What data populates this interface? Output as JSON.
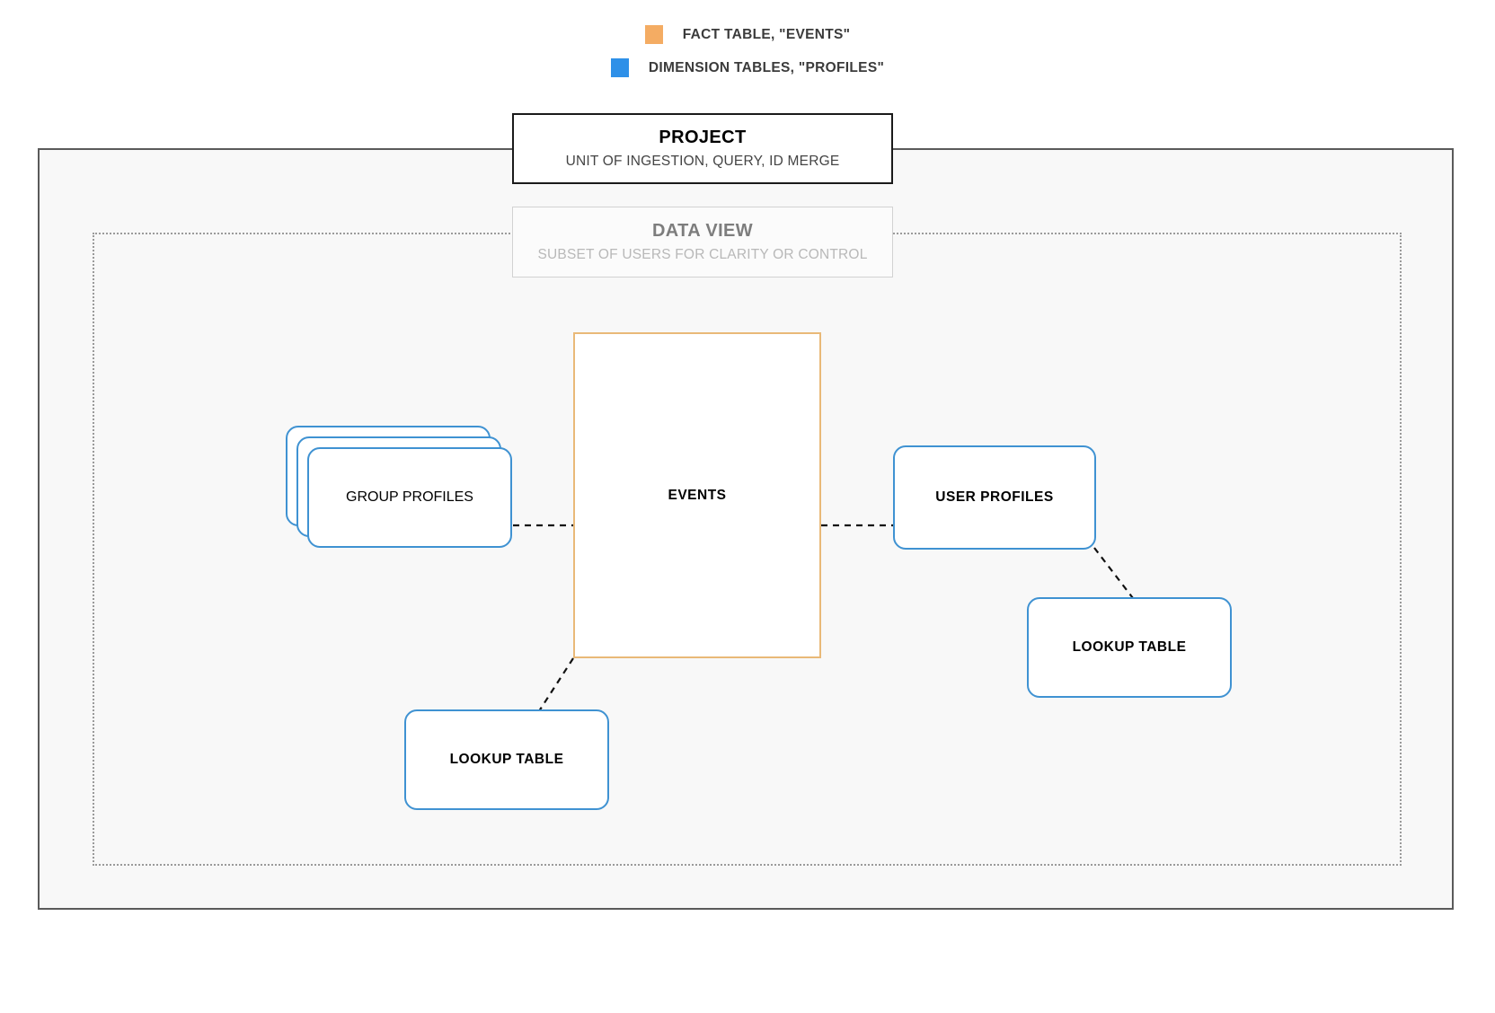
{
  "legend": {
    "items": [
      {
        "label": "FACT TABLE, \"EVENTS\"",
        "color": "#f4ac63",
        "swatch_name": "fact-table-swatch"
      },
      {
        "label": "DIMENSION TABLES, \"PROFILES\"",
        "color": "#2e90e8",
        "swatch_name": "dimension-tables-swatch"
      }
    ]
  },
  "containers": {
    "project": {
      "title": "PROJECT",
      "subtitle": "UNIT OF INGESTION, QUERY, ID MERGE",
      "border_color": "#1a1a1a",
      "fill_color": "#f8f8f8"
    },
    "data_view": {
      "title": "DATA VIEW",
      "subtitle": "SUBSET OF USERS FOR CLARITY OR CONTROL",
      "border_color": "#9a9a9a",
      "fill_color": "#fbfbfb"
    }
  },
  "nodes": {
    "events": {
      "label": "EVENTS",
      "color": "#e9b978",
      "type": "fact-table"
    },
    "group_profiles": {
      "label": "GROUP PROFILES",
      "color": "#3f92d2",
      "type": "dimension-table-stack",
      "stack_count": 3
    },
    "user_profiles": {
      "label": "USER PROFILES",
      "color": "#3f92d2",
      "type": "dimension-table"
    },
    "lookup_table_left": {
      "label": "LOOKUP TABLE",
      "color": "#3f92d2",
      "type": "lookup-table"
    },
    "lookup_table_right": {
      "label": "LOOKUP TABLE",
      "color": "#3f92d2",
      "type": "lookup-table"
    }
  },
  "connections": [
    {
      "from": "group_profiles",
      "to": "events",
      "style": "dashed"
    },
    {
      "from": "events",
      "to": "user_profiles",
      "style": "dashed"
    },
    {
      "from": "events",
      "to": "lookup_table_left",
      "style": "dashed"
    },
    {
      "from": "user_profiles",
      "to": "lookup_table_right",
      "style": "dashed"
    }
  ]
}
